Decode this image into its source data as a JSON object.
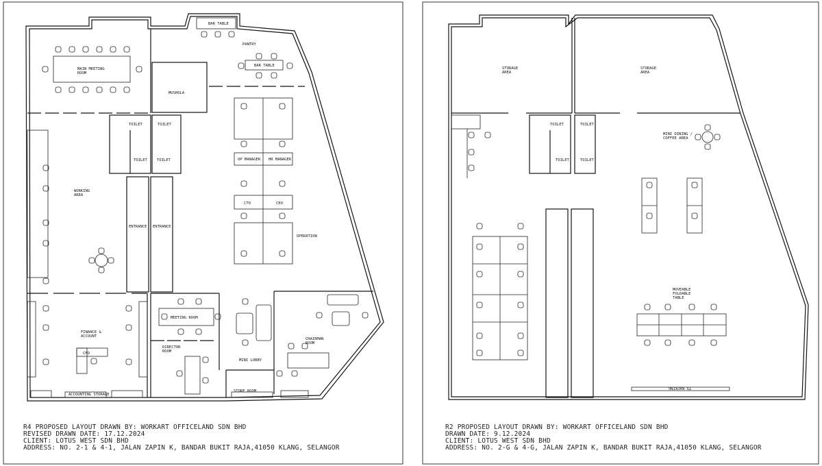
{
  "left_plan": {
    "labels": {
      "bar_table_top": "BAR TABLE",
      "pantry": "PANTRY",
      "bar_table": "BAR TABLE",
      "main_meeting_1": "MAIN MEETING",
      "main_meeting_2": "ROOM",
      "mushola": "MUSHOLA",
      "toilet_1": "TOILET",
      "toilet_2": "TOILET",
      "toilet_3": "TOILET",
      "toilet_4": "TOILET",
      "op_manager": "OP MANAGER",
      "hr_manager": "HR MANAGER",
      "working_area_1": "WORKING",
      "working_area_2": "AREA",
      "entrance_1": "ENTRANCE",
      "entrance_2": "ENTRANCE",
      "cto": "CTO",
      "ceo": "CEO",
      "operation": "OPERATION",
      "finance_1": "FINANCE &",
      "finance_2": "ACCOUNT",
      "cfo": "CFO",
      "meeting_room": "MEETING ROOM",
      "director_1": "DIRECTOR",
      "director_2": "ROOM",
      "mini_lobby": "MINI LOBBY",
      "chairman_1": "CHAIRMAN",
      "chairman_2": "ROOM",
      "store_room": "STORE ROOM",
      "accounting_storage": "ACCOUNTING STORAGE"
    },
    "caption": [
      "R4 PROPOSED LAYOUT DRAWN BY: WORKART OFFICELAND SDN BHD",
      "REVISED DRAWN DATE: 17.12.2024",
      "CLIENT: LOTUS WEST SDN BHD",
      "ADDRESS: NO. 2-1 & 4-1, JALAN ZAPIN K, BANDAR BUKIT RAJA,41050 KLANG, SELANGOR"
    ]
  },
  "right_plan": {
    "labels": {
      "storage_1a": "STORAGE",
      "storage_1b": "AREA",
      "storage_2a": "STORAGE",
      "storage_2b": "AREA",
      "toilet_1": "TOILET",
      "toilet_2": "TOILET",
      "toilet_3": "TOILET",
      "toilet_4": "TOILET",
      "dining_1": "MINI DINING /",
      "dining_2": "COFFEE AREA",
      "moveable_1": "MOVEABLE",
      "moveable_2": "FOLDABLE",
      "moveable_3": "TABLE",
      "tv_racking": "TV RACKING"
    },
    "caption": [
      "R2 PROPOSED LAYOUT DRAWN BY: WORKART OFFICELAND SDN BHD",
      "DRAWN DATE: 9.12.2024",
      "CLIENT: LOTUS WEST SDN BHD",
      "ADDRESS: NO. 2-G & 4-G, JALAN ZAPIN K, BANDAR BUKIT RAJA,41050 KLANG, SELANGOR"
    ]
  }
}
